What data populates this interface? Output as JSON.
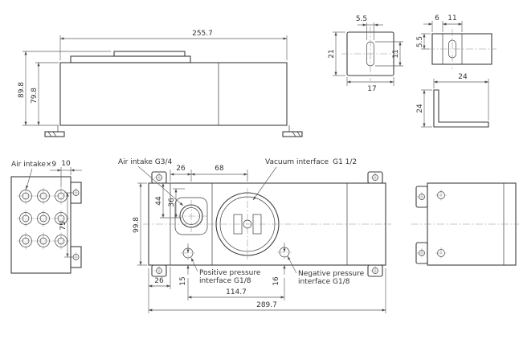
{
  "drawing": {
    "side": {
      "length": "255.7",
      "height_total": "89.8",
      "height_body": "79.8"
    },
    "clamp_front": {
      "slot_width": "5.5",
      "height": "21",
      "slot_length": "11",
      "width": "17"
    },
    "clamp_top": {
      "d6": "6",
      "d11": "11",
      "d55": "5.5"
    },
    "angle": {
      "horizontal": "24",
      "vertical": "24"
    },
    "end": {
      "label": "Air intake×9",
      "d10": "10",
      "d75": "75"
    },
    "plan": {
      "air_intake": "Air intake G3/4",
      "vacuum": "Vacuum interface",
      "vacuum_thread": "G1 1/2",
      "d26_top": "26",
      "d68": "68",
      "d44": "44",
      "d36": "36",
      "width": "99.8",
      "d15": "15",
      "d16": "16",
      "d26_bottom": "26",
      "d114": "114.7",
      "length": "289.7",
      "positive1": "Positive pressure",
      "positive2": "interface G1/8",
      "negative1": "Negative pressure",
      "negative2": "interface G1/8"
    }
  }
}
